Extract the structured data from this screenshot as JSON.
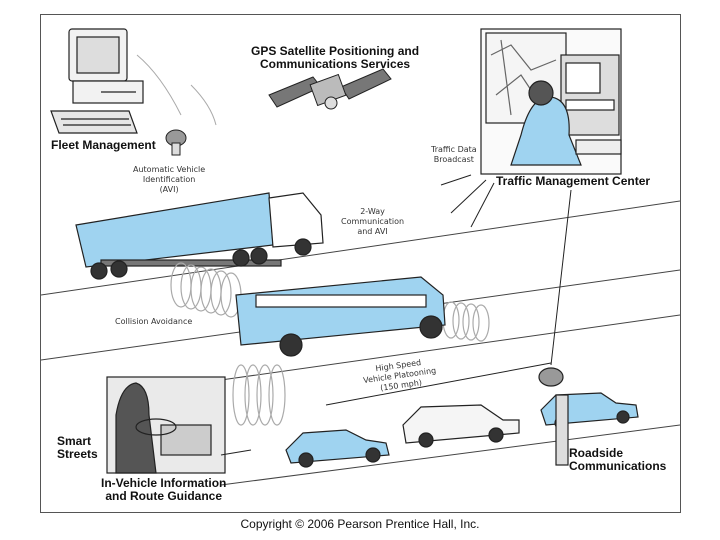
{
  "labels": {
    "gps": "GPS Satellite Positioning and Communications Services",
    "gps_line1": "GPS Satellite Positioning and",
    "gps_line2": "Communications Services",
    "fleet": "Fleet Management",
    "avi_line1": "Automatic Vehicle",
    "avi_line2": "Identification",
    "avi_line3": "(AVI)",
    "traffic_data_line1": "Traffic Data",
    "traffic_data_line2": "Broadcast",
    "tmc": "Traffic Management Center",
    "twoway_line1": "2-Way",
    "twoway_line2": "Communication",
    "twoway_line3": "and AVI",
    "collision": "Collision Avoidance",
    "platoon_line1": "High Speed",
    "platoon_line2": "Vehicle Platooning",
    "platoon_line3": "(150 mph)",
    "smart_line1": "Smart",
    "smart_line2": "Streets",
    "invehicle_line1": "In-Vehicle Information",
    "invehicle_line2": "and Route Guidance",
    "roadside_line1": "Roadside",
    "roadside_line2": "Communications"
  },
  "footer": {
    "copyright": "Copyright © 2006 Pearson Prentice Hall, Inc."
  },
  "colors": {
    "vehicle_blue": "#9fd3f0",
    "outline": "#222222",
    "road_line": "#444444",
    "signal": "#b0b0b0"
  }
}
